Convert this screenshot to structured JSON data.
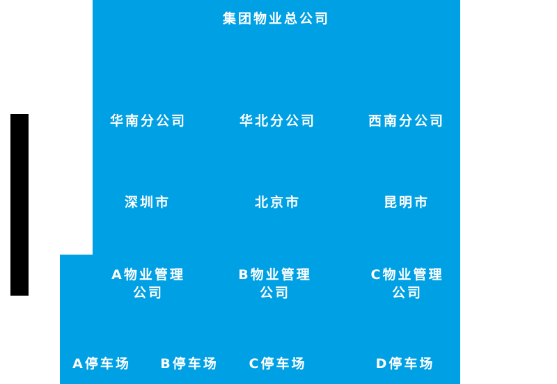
{
  "colors": {
    "background": "#ffffff",
    "panel": "#00a0e4",
    "bar": "#000000",
    "text": "#ffffff"
  },
  "org_chart": {
    "root": {
      "label": "集团物业总公司"
    },
    "branches": [
      {
        "label": "华南分公司"
      },
      {
        "label": "华北分公司"
      },
      {
        "label": "西南分公司"
      }
    ],
    "cities": [
      {
        "label": "深圳市"
      },
      {
        "label": "北京市"
      },
      {
        "label": "昆明市"
      }
    ],
    "companies": [
      {
        "label": "A物业管理\n公司"
      },
      {
        "label": "B物业管理\n公司"
      },
      {
        "label": "C物业管理\n公司"
      }
    ],
    "parking_lots": [
      {
        "label": "A停车场"
      },
      {
        "label": "B停车场"
      },
      {
        "label": "C停车场"
      },
      {
        "label": "D停车场"
      }
    ]
  }
}
